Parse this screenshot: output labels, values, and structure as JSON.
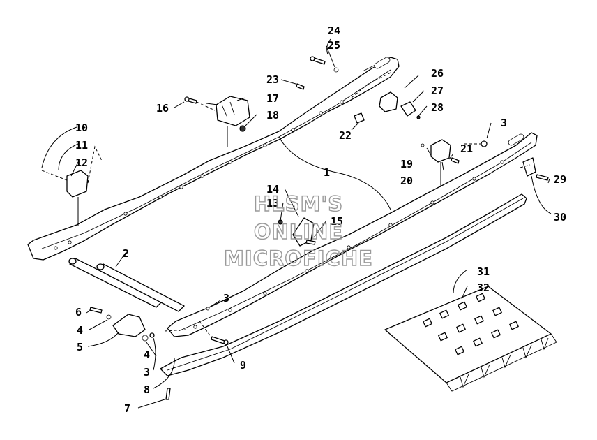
{
  "watermark": {
    "line1": "HLSM'S",
    "line2": "ONLINE",
    "line3": "MICROFICHE"
  },
  "callouts": {
    "n1": "1",
    "n2": "2",
    "n3a": "3",
    "n3b": "3",
    "n3c": "3",
    "n4a": "4",
    "n4b": "4",
    "n5": "5",
    "n6": "6",
    "n7": "7",
    "n8": "8",
    "n9": "9",
    "n10": "10",
    "n11": "11",
    "n12": "12",
    "n13": "13",
    "n14": "14",
    "n15": "15",
    "n16": "16",
    "n17": "17",
    "n18": "18",
    "n19": "19",
    "n20": "20",
    "n21": "21",
    "n22": "22",
    "n23": "23",
    "n24": "24",
    "n25": "25",
    "n26": "26",
    "n27": "27",
    "n28": "28",
    "n29": "29",
    "n30": "30",
    "n31": "31",
    "n32": "32"
  }
}
